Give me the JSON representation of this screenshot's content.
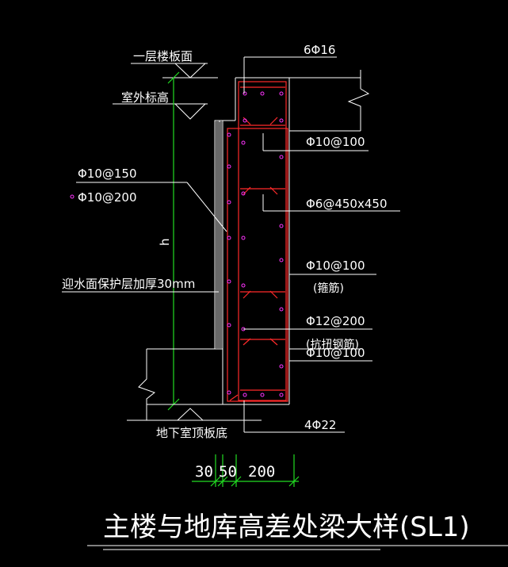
{
  "labels": {
    "floor1_slab": "一层楼板面",
    "outdoor_level": "室外标高",
    "rebar_150": "Φ10@150",
    "rebar_200": "Φ10@200",
    "height_mark": "h",
    "waterproof_cover": "迎水面保护层加厚30mm",
    "basement_roof_bottom": "地下室顶板底",
    "top_bars": "6Φ16",
    "stirrup_top": "Φ10@100",
    "tie_bars": "Φ6@450x450",
    "stirrup_mid": "Φ10@100",
    "stirrup_mid_note": "(箍筋)",
    "torsion_bars": "Φ12@200",
    "torsion_note": "(抗扭钢筋)",
    "stirrup_bottom": "Φ10@100",
    "bottom_bars": "4Φ22",
    "dim_30": "30",
    "dim_50": "50",
    "dim_200": "200",
    "title": "主楼与地库高差处梁大样(SL1)"
  },
  "colors": {
    "background": "#000000",
    "lines": "#ffffff",
    "dimension": "#22dd22",
    "rebar": "#ff2a2a",
    "bar_dots": "#ff33ff"
  }
}
